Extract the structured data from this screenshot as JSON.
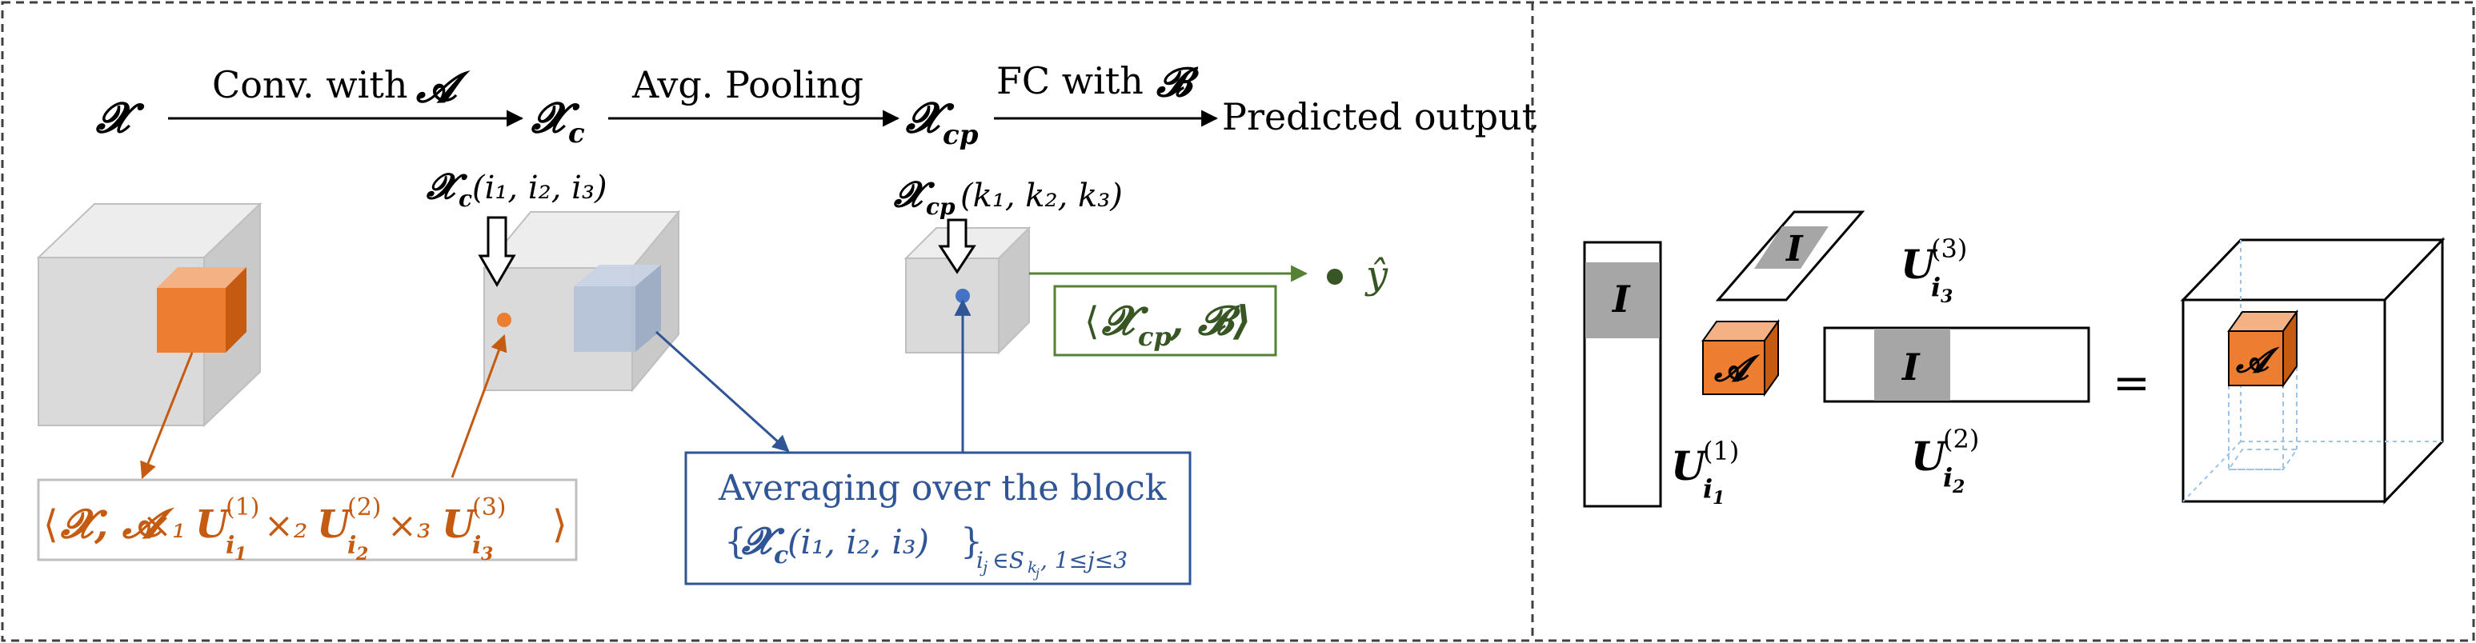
{
  "colors": {
    "orange": "#C55A11",
    "orange_fill": "#ED7D31",
    "blue": "#2F5597",
    "blue_dot": "#4472C4",
    "green": "#548235",
    "green_dark": "#375623",
    "gray_cube": "#D9D9D9",
    "gray_I": "#A6A6A6",
    "dashed_blue": "#9DC3E6"
  },
  "pipeline": {
    "x_symbol": "𝓧",
    "xc_base": "𝓧",
    "xc_sub": "c",
    "xcp_base": "𝓧",
    "xcp_sub": "cp",
    "arrow1_label": "Conv. with",
    "arrow1_symbol": "𝓐",
    "arrow2_label": "Avg. Pooling",
    "arrow3_label": "FC with",
    "arrow3_symbol": "𝓑",
    "output_label": "Predicted output"
  },
  "annotations": {
    "xc_index_base": "𝓧",
    "xc_index_sub": "c",
    "xc_index_args": "(i₁, i₂, i₃)",
    "xcp_index_base": "𝓧",
    "xcp_index_sub": "cp",
    "xcp_index_args": "(k₁, k₂, k₃)",
    "inner_product_left": "⟨",
    "inner_product_xcp": "𝓧",
    "inner_product_sub": "cp",
    "inner_product_b": ", 𝓑⟩",
    "y_hat": "ŷ"
  },
  "orange_box": {
    "open": "⟨",
    "x": "𝓧",
    "comma_a": ", 𝓐",
    "times1": " ×₁ ",
    "u1": "U",
    "times2": " ×₂ ",
    "u2": "U",
    "times3": " ×₃ ",
    "u3": "U",
    "close": "⟩"
  },
  "blue_box": {
    "line1": "Averaging over the block",
    "set_open": "{",
    "set_x": "𝓧",
    "set_sub": "c",
    "set_args": "(i₁, i₂, i₃)",
    "set_close": "}",
    "set_cond_start": "i",
    "set_cond_rest": "∈S",
    "set_cond_k": "k",
    "set_cond_end": ", 1≤j≤3"
  },
  "right_panel": {
    "identity_label": "I",
    "core_label": "𝓐",
    "u_label": "U",
    "equals": "="
  },
  "indices": {
    "sub_i": "i",
    "sub_1": "1",
    "sub_2": "2",
    "sub_3": "3",
    "sup_1": "(1)",
    "sup_2": "(2)",
    "sup_3": "(3)",
    "sub_j": "j"
  }
}
